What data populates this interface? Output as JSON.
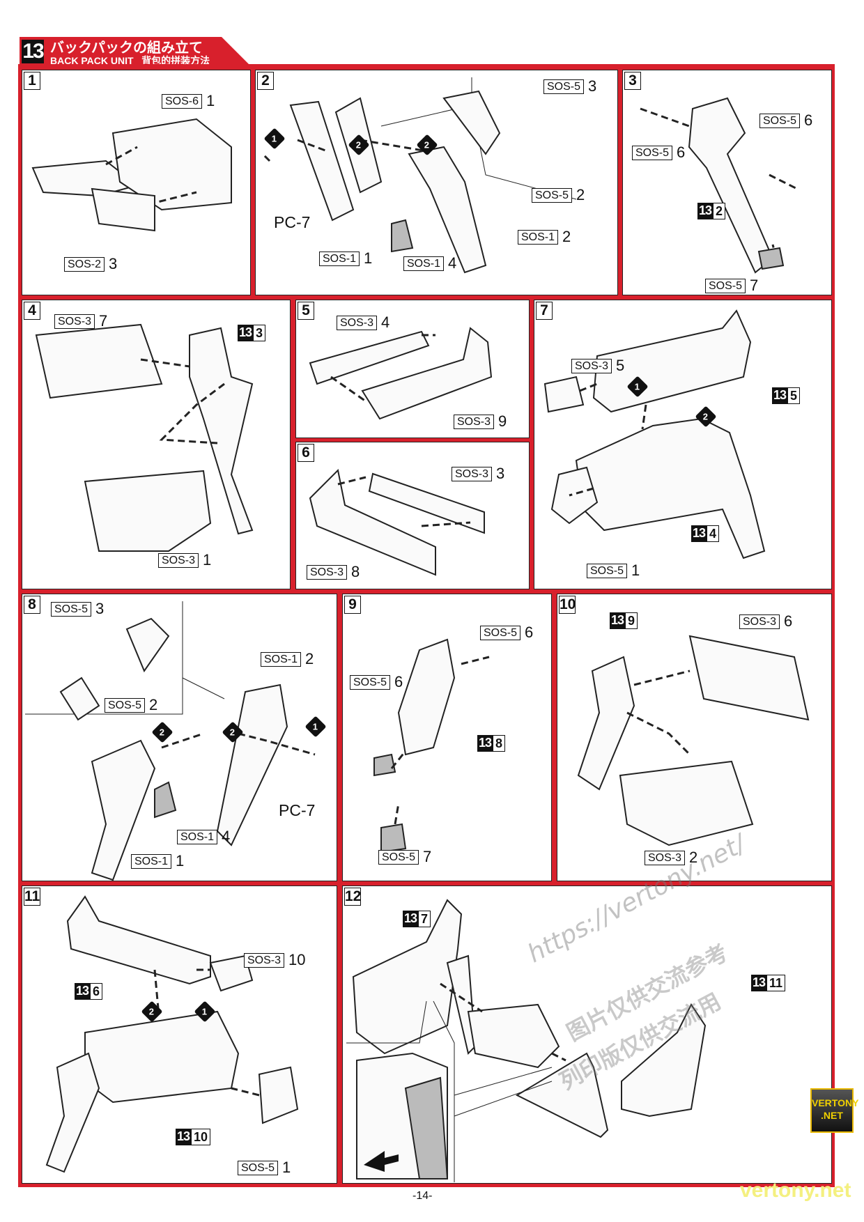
{
  "header": {
    "section_number": "13",
    "title_jp": "バックパックの組み立て",
    "title_en": "BACK PACK UNIT",
    "title_cn": "背包的拼装方法"
  },
  "steps": [
    {
      "number": "1",
      "labels": [
        {
          "part": "SOS-6",
          "qty": "1"
        },
        {
          "part": "SOS-2",
          "qty": "3"
        }
      ]
    },
    {
      "number": "2",
      "labels": [
        {
          "part": "SOS-5",
          "qty": "3"
        },
        {
          "part": "SOS-5",
          "qty": "2"
        },
        {
          "part": "SOS-1",
          "qty": "1"
        },
        {
          "part": "SOS-1",
          "qty": "4"
        },
        {
          "part": "SOS-1",
          "qty": "2"
        }
      ],
      "pc": "PC-7",
      "markers": [
        "1",
        "2",
        "2"
      ]
    },
    {
      "number": "3",
      "labels": [
        {
          "part": "SOS-5",
          "qty": "6"
        },
        {
          "part": "SOS-5",
          "qty": "6"
        },
        {
          "part": "SOS-5",
          "qty": "7"
        }
      ],
      "refs": [
        {
          "a": "13",
          "b": "2"
        }
      ]
    },
    {
      "number": "4",
      "labels": [
        {
          "part": "SOS-3",
          "qty": "7"
        },
        {
          "part": "SOS-3",
          "qty": "1"
        }
      ],
      "refs": [
        {
          "a": "13",
          "b": "3"
        }
      ]
    },
    {
      "number": "5",
      "labels": [
        {
          "part": "SOS-3",
          "qty": "4"
        },
        {
          "part": "SOS-3",
          "qty": "9"
        }
      ]
    },
    {
      "number": "6",
      "labels": [
        {
          "part": "SOS-3",
          "qty": "3"
        },
        {
          "part": "SOS-3",
          "qty": "8"
        }
      ]
    },
    {
      "number": "7",
      "labels": [
        {
          "part": "SOS-3",
          "qty": "5"
        },
        {
          "part": "SOS-5",
          "qty": "1"
        }
      ],
      "refs": [
        {
          "a": "13",
          "b": "5"
        },
        {
          "a": "13",
          "b": "4"
        }
      ],
      "markers": [
        "1",
        "2"
      ]
    },
    {
      "number": "8",
      "labels": [
        {
          "part": "SOS-5",
          "qty": "3"
        },
        {
          "part": "SOS-5",
          "qty": "2"
        },
        {
          "part": "SOS-1",
          "qty": "2"
        },
        {
          "part": "SOS-1",
          "qty": "4"
        },
        {
          "part": "SOS-1",
          "qty": "1"
        }
      ],
      "pc": "PC-7",
      "markers": [
        "2",
        "2",
        "1"
      ]
    },
    {
      "number": "9",
      "labels": [
        {
          "part": "SOS-5",
          "qty": "6"
        },
        {
          "part": "SOS-5",
          "qty": "6"
        },
        {
          "part": "SOS-5",
          "qty": "7"
        }
      ],
      "refs": [
        {
          "a": "13",
          "b": "8"
        }
      ]
    },
    {
      "number": "10",
      "labels": [
        {
          "part": "SOS-3",
          "qty": "6"
        },
        {
          "part": "SOS-3",
          "qty": "2"
        }
      ],
      "refs": [
        {
          "a": "13",
          "b": "9"
        }
      ]
    },
    {
      "number": "11",
      "labels": [
        {
          "part": "SOS-3",
          "qty": "10"
        },
        {
          "part": "SOS-5",
          "qty": "1"
        }
      ],
      "refs": [
        {
          "a": "13",
          "b": "6"
        },
        {
          "a": "13",
          "b": "10"
        }
      ],
      "markers": [
        "2",
        "1"
      ]
    },
    {
      "number": "12",
      "refs": [
        {
          "a": "13",
          "b": "7"
        },
        {
          "a": "13",
          "b": "11"
        }
      ]
    }
  ],
  "watermarks": {
    "url": "https://vertony.net/",
    "cn1": "图片仅供交流参考",
    "cn2": "列印版仅供交流用",
    "badge": "VERTONY .NET",
    "footer": "vertony.net"
  },
  "page_number": "-14-",
  "colors": {
    "accent": "#d8202c",
    "watermark_yellow": "#f4f080"
  }
}
